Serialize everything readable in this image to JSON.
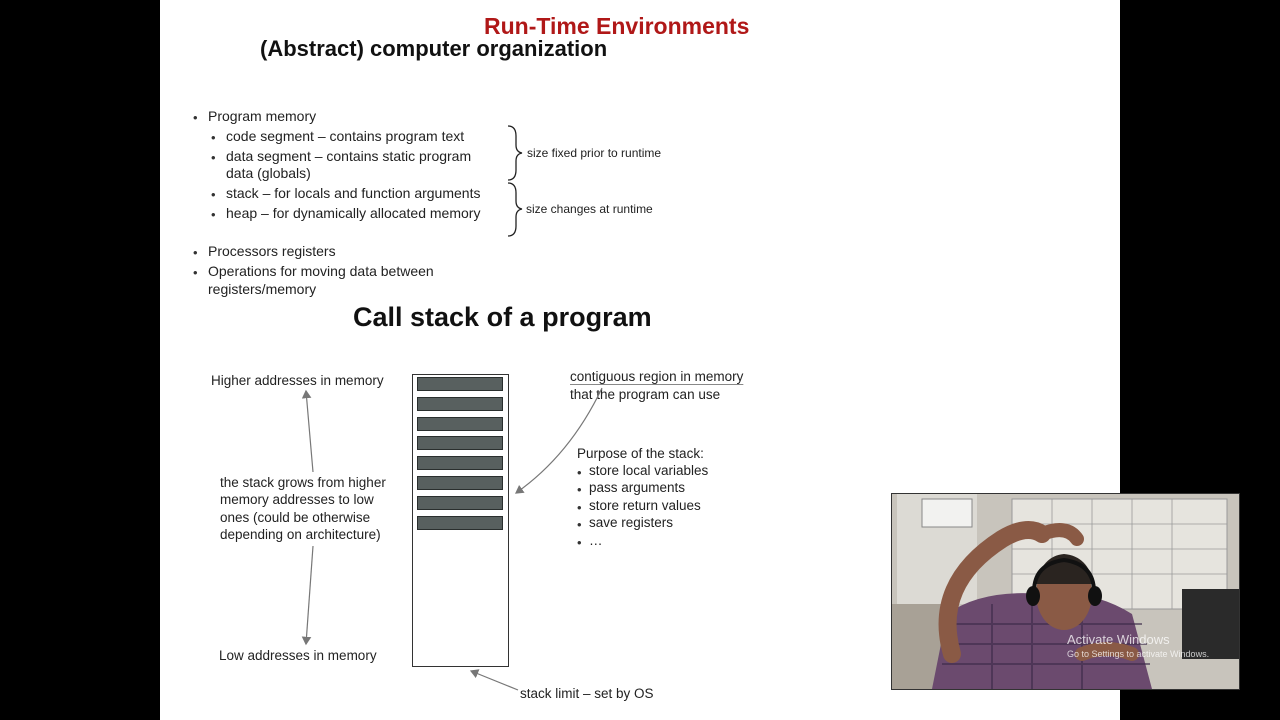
{
  "slide": {
    "title": "Run-Time Environments",
    "subtitle": "(Abstract) computer organization",
    "memory": {
      "heading": "Program memory",
      "items": [
        "code segment – contains program text",
        "data segment – contains static program",
        "data (globals)",
        "stack – for locals and function arguments",
        "heap – for dynamically allocated memory"
      ],
      "brace_fixed": "size fixed prior to runtime",
      "brace_changes": "size changes at runtime"
    },
    "registers": "Processors registers",
    "operations_line1": "Operations for moving data between",
    "operations_line2": "registers/memory",
    "callstack": {
      "heading": "Call stack of a program",
      "higher": "Higher addresses in memory",
      "lower": "Low addresses in memory",
      "grows": [
        "the stack grows from higher",
        "memory addresses to low",
        "ones (could be otherwise",
        "depending on architecture)"
      ],
      "region_line1": "contiguous region in memory",
      "region_line2": "that the program can use",
      "purpose_heading": "Purpose of the stack:",
      "purposes": [
        "store local variables",
        "pass arguments",
        "store return values",
        "save registers",
        "…"
      ],
      "limit": "stack limit – set by OS"
    }
  },
  "video": {
    "watermark_line1": "Activate Windows",
    "watermark_line2": "Go to Settings to activate Windows."
  }
}
